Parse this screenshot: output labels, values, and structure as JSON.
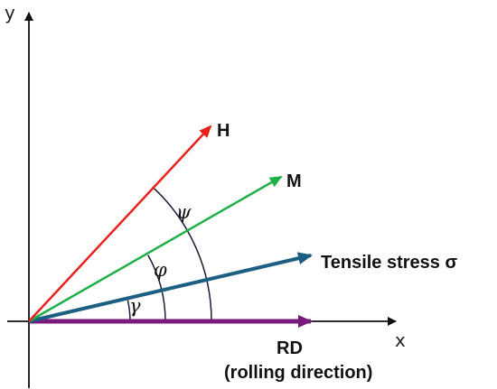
{
  "axes": {
    "x_label": "x",
    "y_label": "y"
  },
  "vectors": {
    "h": {
      "label": "H",
      "color": "#e8211c"
    },
    "m": {
      "label": "M",
      "color": "#1fb04a"
    },
    "stress": {
      "label": "Tensile stress σ",
      "color": "#1d5f82"
    },
    "rd": {
      "label": "RD",
      "sublabel": "(rolling direction)",
      "color": "#7a1a7c"
    }
  },
  "angles": {
    "psi": "ψ",
    "phi": "φ",
    "gamma": "γ"
  },
  "colors": {
    "axis": "#111111",
    "arc": "#1a1a3a"
  }
}
